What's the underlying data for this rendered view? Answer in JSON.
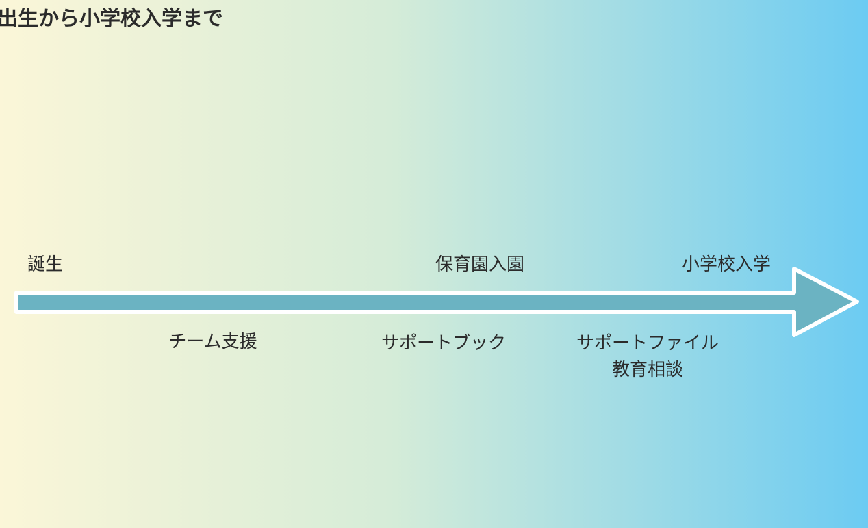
{
  "title": "出生から小学校入学まで",
  "colors": {
    "gradient_left": "#fbf6d8",
    "gradient_mid": "#d5ecd8",
    "gradient_right": "#6ccbf2",
    "arrow_fill": "#6bb3c2",
    "arrow_outline": "#ffffff"
  },
  "milestones": {
    "birth": "誕生",
    "nursery_entry": "保育園入園",
    "school_entry": "小学校入学"
  },
  "supports": {
    "team": "チーム支援",
    "book": "サポートブック",
    "file_line1": "サポートファイル",
    "file_line2": "教育相談"
  }
}
